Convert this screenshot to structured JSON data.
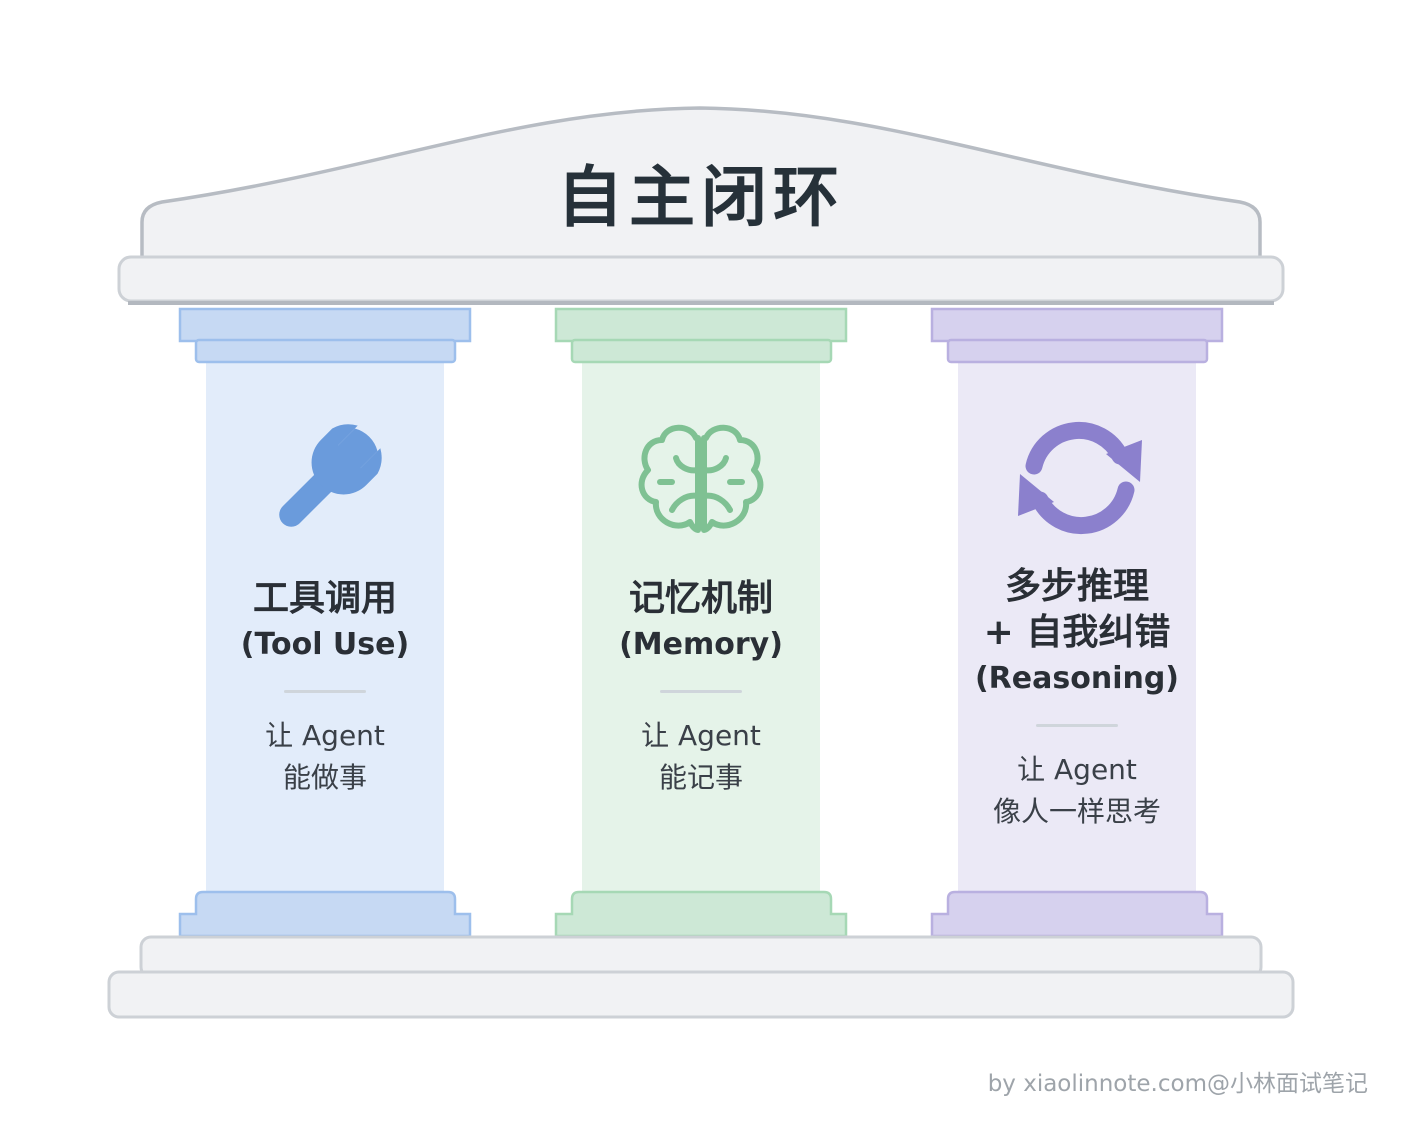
{
  "title": "自主闭环",
  "pillars": [
    {
      "icon": "wrench-icon",
      "color": "#6a9bdc",
      "title": "工具调用",
      "subtitle": "(Tool Use)",
      "desc_line1": "让 Agent",
      "desc_line2": "能做事"
    },
    {
      "icon": "brain-icon",
      "color": "#7fc193",
      "title": "记忆机制",
      "subtitle": "(Memory)",
      "desc_line1": "让 Agent",
      "desc_line2": "能记事"
    },
    {
      "icon": "cycle-arrows-icon",
      "color": "#8b80cd",
      "title_line1": "多步推理",
      "title_line2": "+ 自我纠错",
      "subtitle": "(Reasoning)",
      "desc_line1": "让 Agent",
      "desc_line2": "像人一样思考"
    }
  ],
  "footer": "by xiaolinnote.com@小林面试笔记"
}
